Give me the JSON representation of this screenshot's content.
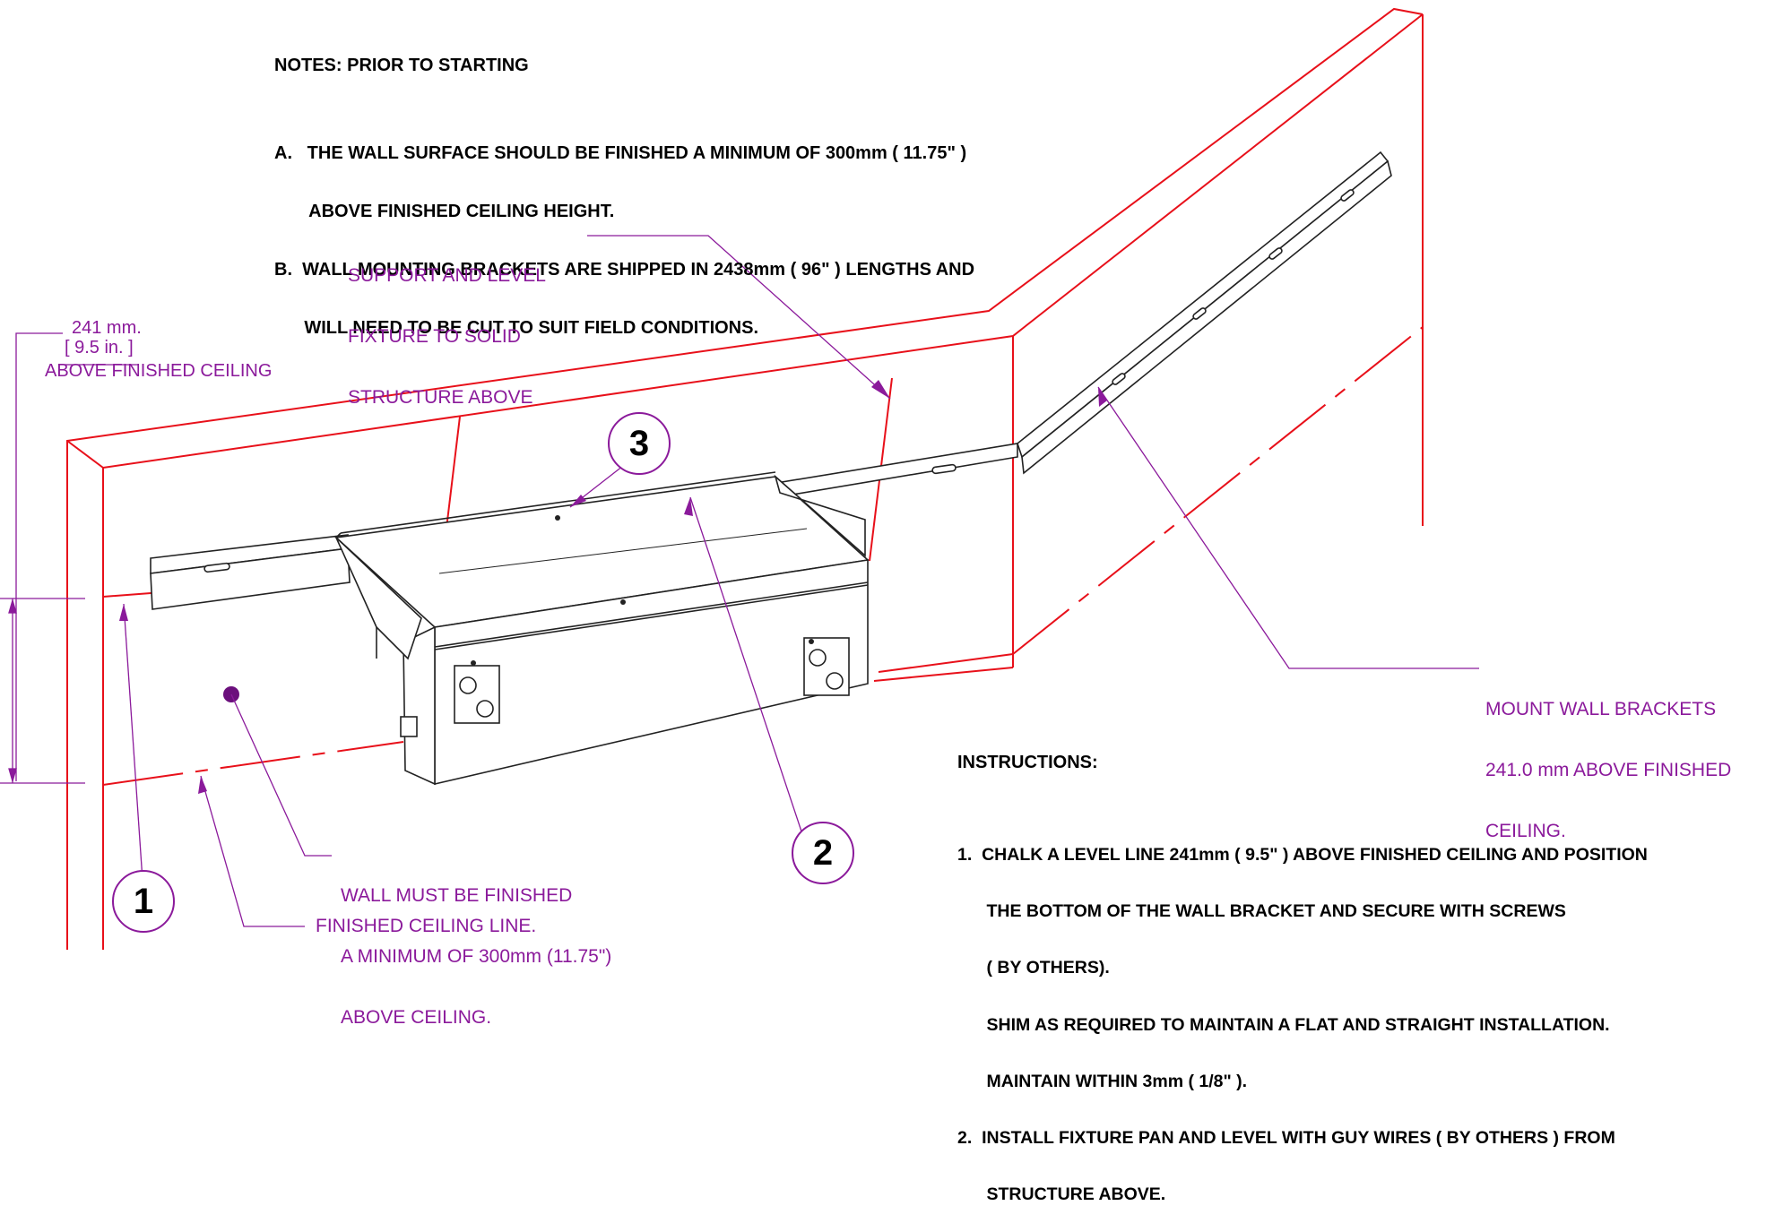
{
  "notes": {
    "heading": "NOTES: PRIOR TO STARTING",
    "items": [
      "A.   THE WALL SURFACE SHOULD BE FINISHED A MINIMUM OF 300mm ( 11.75\" )",
      "       ABOVE FINISHED CEILING HEIGHT.",
      "B.  WALL MOUNTING BRACKETS ARE SHIPPED IN 2438mm ( 96\" ) LENGTHS AND",
      "      WILL NEED TO BE CUT TO SUIT FIELD CONDITIONS."
    ]
  },
  "callouts": {
    "support": [
      "SUPPORT AND LEVEL",
      "FIXTURE TO SOLID",
      "STRUCTURE ABOVE"
    ],
    "mount": [
      "MOUNT WALL BRACKETS",
      "241.0 mm ABOVE FINISHED",
      "CEILING."
    ],
    "wall": [
      "WALL MUST BE FINISHED",
      "A MINIMUM OF 300mm (11.75\")",
      "ABOVE CEILING."
    ],
    "ceiling": "FINISHED CEILING LINE."
  },
  "dimension": {
    "metric": "241 mm.",
    "imperial": "[ 9.5 in. ]",
    "label": "ABOVE FINISHED CEILING"
  },
  "balloons": [
    "1",
    "2",
    "3"
  ],
  "instructions": {
    "heading": "INSTRUCTIONS:",
    "items": [
      "1.  CHALK A LEVEL LINE 241mm ( 9.5\" ) ABOVE FINISHED CEILING AND POSITION",
      "      THE BOTTOM OF THE WALL BRACKET AND SECURE WITH SCREWS",
      "      ( BY OTHERS).",
      "      SHIM AS REQUIRED TO MAINTAIN A FLAT AND STRAIGHT INSTALLATION.",
      "      MAINTAIN WITHIN 3mm ( 1/8\" ).",
      "2.  INSTALL FIXTURE PAN AND LEVEL WITH GUY WIRES ( BY OTHERS ) FROM",
      "      STRUCTURE ABOVE."
    ]
  },
  "colors": {
    "wall_lines": "#e8101a",
    "callout_text": "#8b1a9b",
    "hardware": "#222222"
  }
}
